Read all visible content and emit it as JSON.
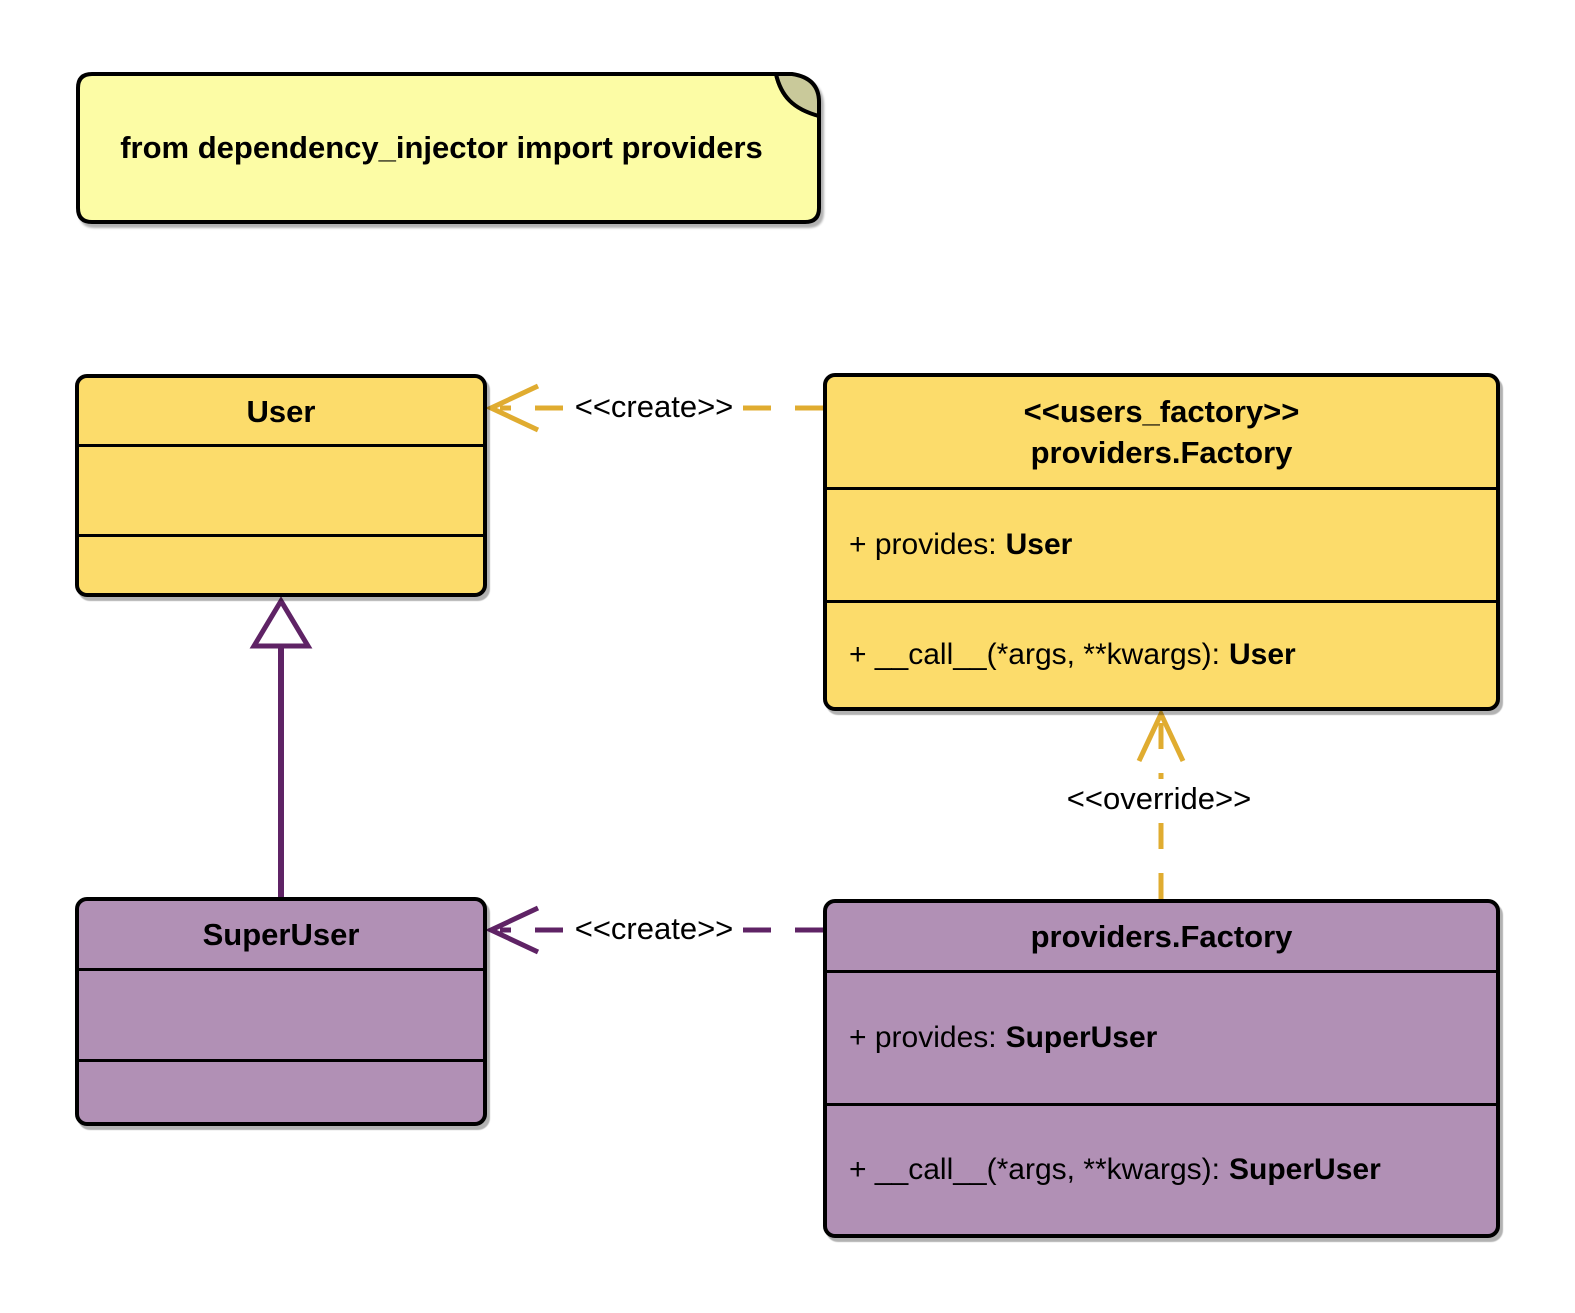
{
  "note": {
    "text": "from dependency_injector import providers"
  },
  "classes": {
    "user": {
      "name": "User"
    },
    "users_factory": {
      "stereotype": "<<users_factory>>",
      "name": "providers.Factory",
      "provides_label": "+ provides:",
      "provides_type": "User",
      "call_label": "+ __call__(*args, **kwargs):",
      "call_type": "User"
    },
    "super_user": {
      "name": "SuperUser"
    },
    "super_users_factory": {
      "name": "providers.Factory",
      "provides_label": "+ provides:",
      "provides_type": "SuperUser",
      "call_label": "+ __call__(*args, **kwargs):",
      "call_type": "SuperUser"
    }
  },
  "edges": {
    "create_user": {
      "label": "<<create>>",
      "style": "dashed-open-arrow",
      "from": "users_factory",
      "to": "User",
      "color": "#E0AC30"
    },
    "create_super_user": {
      "label": "<<create>>",
      "style": "dashed-open-arrow",
      "from": "super_users_factory",
      "to": "SuperUser",
      "color": "#5F2365"
    },
    "override": {
      "label": "<<override>>",
      "style": "dashed-open-arrow",
      "from": "super_users_factory",
      "to": "users_factory",
      "color": "#E0AC30"
    },
    "generalization": {
      "label": "",
      "style": "solid-hollow-triangle",
      "from": "SuperUser",
      "to": "User",
      "color": "#5F2365"
    }
  },
  "colors": {
    "yellow_class_fill": "#FCDC6B",
    "purple_class_fill": "#B190B5",
    "note_fill": "#FCFCA5",
    "note_fold_fill": "#C9C99A",
    "yellow_edge": "#E0AC30",
    "purple_edge": "#5F2365",
    "outline": "#000000",
    "background": "#FFFFFF"
  }
}
